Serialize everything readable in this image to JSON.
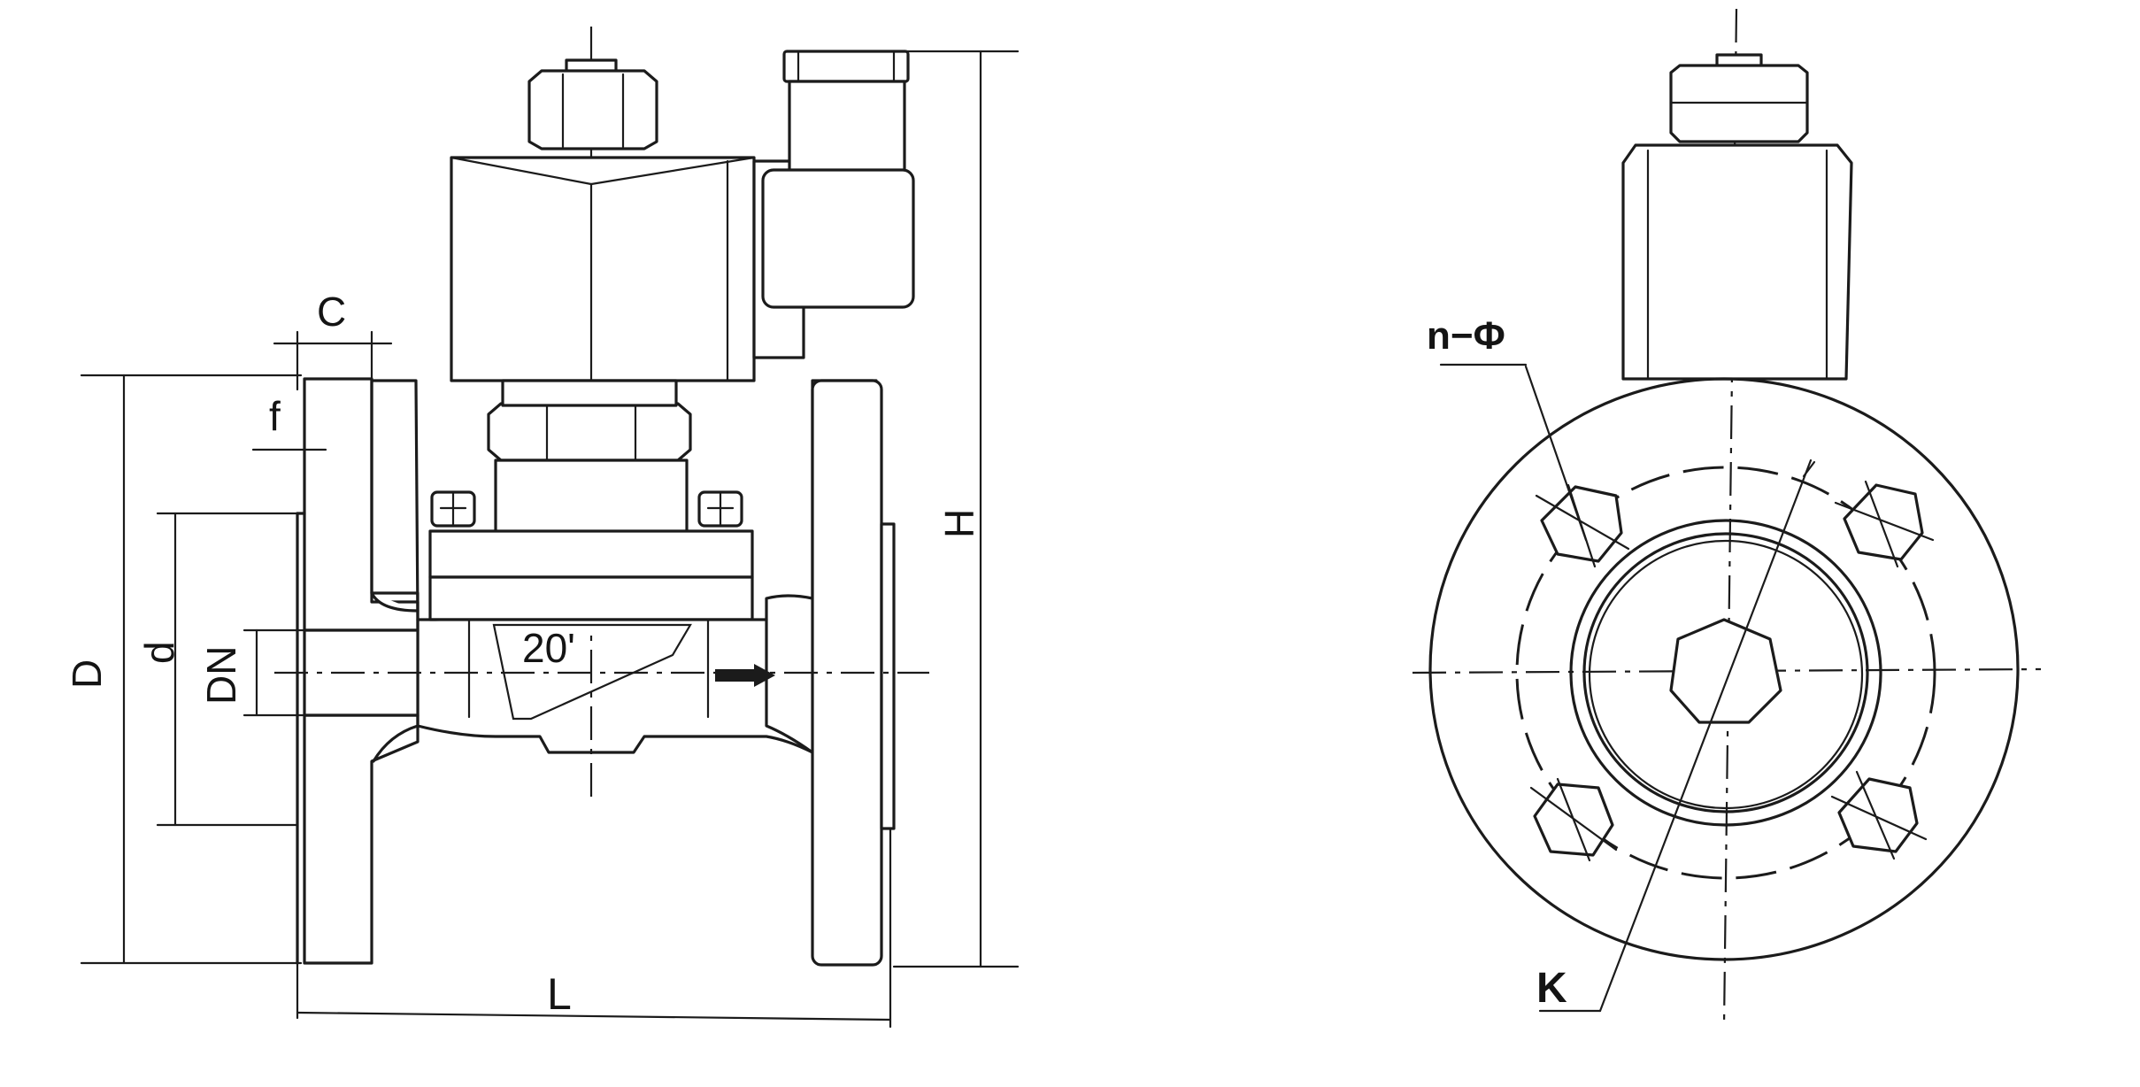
{
  "side_view": {
    "dimensions": {
      "C": "C",
      "f": "f",
      "D": "D",
      "d": "d",
      "DN": "DN",
      "H": "H",
      "L": "L"
    },
    "angle_label": "20'"
  },
  "front_view": {
    "bolt_holes_label": "n−Φ",
    "bolt_circle_label": "K"
  }
}
